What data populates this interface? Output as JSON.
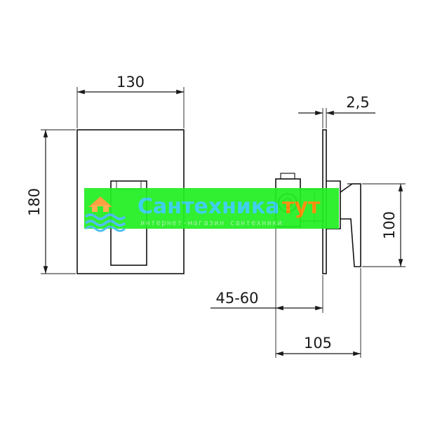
{
  "dimensions": {
    "width_front": "130",
    "height_front": "180",
    "plate_thickness": "2,5",
    "handle_height": "100",
    "wall_depth": "45-60",
    "total_depth": "105"
  },
  "watermark": {
    "brand_main": "Сантехника",
    "brand_accent": "тут",
    "tagline": "интернет-магазин сантехники",
    "logo_icon": "house-waves-icon",
    "colors": {
      "banner": "#22ee22",
      "brand_text": "#33ccee",
      "accent_text": "#ff8800",
      "tagline_text": "#99ee99"
    }
  }
}
